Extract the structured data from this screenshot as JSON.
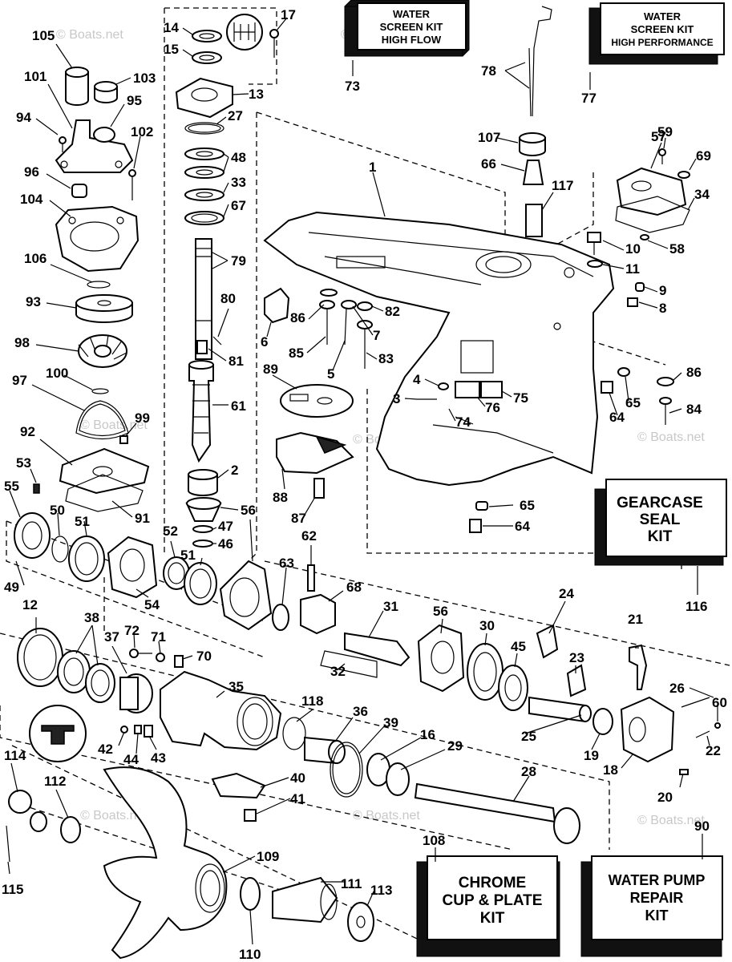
{
  "watermark": "© Boats.net",
  "kits": {
    "water_screen_high_flow": [
      "WATER",
      "SCREEN KIT",
      "HIGH FLOW"
    ],
    "water_screen_high_performance": [
      "WATER",
      "SCREEN KIT",
      "HIGH PERFORMANCE"
    ],
    "gearcase_seal": [
      "GEARCASE",
      "SEAL",
      "KIT"
    ],
    "chrome_cup_plate": [
      "CHROME",
      "CUP & PLATE",
      "KIT"
    ],
    "water_pump_repair": [
      "WATER PUMP",
      "REPAIR",
      "KIT"
    ]
  },
  "callouts": [
    "105",
    "101",
    "103",
    "94",
    "95",
    "102",
    "96",
    "104",
    "106",
    "93",
    "98",
    "97",
    "100",
    "99",
    "92",
    "53",
    "55",
    "50",
    "51",
    "49",
    "91",
    "14",
    "15",
    "17",
    "13",
    "27",
    "48",
    "33",
    "67",
    "79",
    "80",
    "81",
    "61",
    "2",
    "56",
    "47",
    "46",
    "52",
    "54",
    "51b",
    "73",
    "77",
    "78",
    "107",
    "66",
    "117",
    "1",
    "57",
    "59",
    "69",
    "34",
    "10",
    "58",
    "11",
    "9",
    "8",
    "6",
    "86",
    "82",
    "85",
    "7",
    "83",
    "5",
    "89",
    "4",
    "3",
    "75",
    "76",
    "74",
    "65",
    "64",
    "86b",
    "84",
    "88",
    "87",
    "65b",
    "64b",
    "62",
    "63",
    "68",
    "31",
    "32",
    "56b",
    "30",
    "45",
    "24",
    "23",
    "21",
    "26",
    "60",
    "22",
    "12",
    "38",
    "37",
    "72",
    "71",
    "70",
    "35",
    "118",
    "36",
    "39",
    "16",
    "29",
    "25",
    "19",
    "18",
    "20",
    "42",
    "44",
    "43",
    "40",
    "41",
    "28",
    "114",
    "112",
    "115",
    "109",
    "111",
    "113",
    "110",
    "108",
    "116",
    "90"
  ]
}
